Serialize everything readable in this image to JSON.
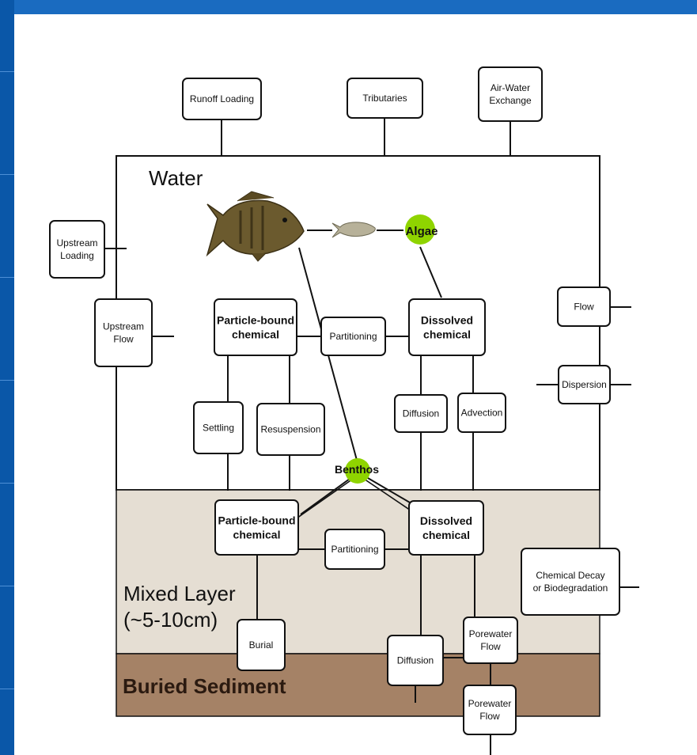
{
  "colors": {
    "frame_blue": "#0a57a8",
    "water_bg": "#ffffff",
    "mixed_layer_bg": "#e5ded3",
    "buried_sediment_bg": "#a58266",
    "organism_green": "#8fd400"
  },
  "regions": {
    "water": "Water",
    "mixed_layer": "Mixed Layer",
    "mixed_layer_depth": "(~5-10cm)",
    "buried_sediment": "Buried Sediment"
  },
  "boxes": {
    "runoff_loading": "Runoff Loading",
    "tributaries": "Tributaries",
    "air_water_exchange": [
      "Air-Water",
      "Exchange"
    ],
    "upstream_loading": [
      "Upstream",
      "Loading"
    ],
    "upstream_flow": [
      "Upstream",
      "Flow"
    ],
    "flow": "Flow",
    "dispersion": "Dispersion",
    "particle_bound_water": [
      "Particle-bound",
      "chemical"
    ],
    "partitioning_water": "Partitioning",
    "dissolved_water": [
      "Dissolved",
      "chemical"
    ],
    "settling": "Settling",
    "resuspension": "Resuspension",
    "diffusion_water": "Diffusion",
    "advection": "Advection",
    "particle_bound_sediment": [
      "Particle-bound",
      "chemical"
    ],
    "partitioning_sediment": "Partitioning",
    "dissolved_sediment": [
      "Dissolved",
      "chemical"
    ],
    "chemical_decay": [
      "Chemical Decay",
      "or Biodegradation"
    ],
    "burial": "Burial",
    "diffusion_sediment": "Diffusion",
    "porewater_flow_1": [
      "Porewater",
      "Flow"
    ],
    "porewater_flow_2": [
      "Porewater",
      "Flow"
    ]
  },
  "organisms": {
    "algae": "Algae",
    "benthos": "Benthos",
    "fish_icon": "fish-icon",
    "minnow_icon": "small-fish-icon"
  }
}
